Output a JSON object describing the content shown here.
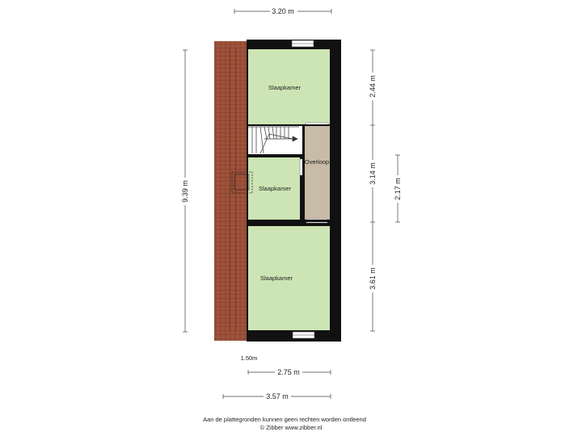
{
  "floorplan": {
    "rooms": {
      "slaapkamer_top": "Slaapkamer",
      "slaapkamer_mid": "Slaapkamer",
      "slaapkamer_bottom": "Slaapkamer",
      "overloop": "Overloop"
    },
    "dimensions": {
      "top_width": "3.20 m",
      "left_height": "9.39 m",
      "right_top": "2.44 m",
      "right_mid": "3.14 m",
      "right_bottom": "3.61 m",
      "far_right": "2.17 m",
      "roof_width": "1.50m",
      "bottom_inner": "2.75 m",
      "bottom_outer": "3.57 m"
    },
    "colors": {
      "room_green": "#cde5b4",
      "landing_beige": "#c8bba8",
      "roof_tile": "#a0543c",
      "wall": "#111111"
    }
  },
  "footer": {
    "disclaimer": "Aan de plattegronden kunnen geen rechten worden ontleend",
    "copyright": "© Zibber www.zibber.nl"
  }
}
